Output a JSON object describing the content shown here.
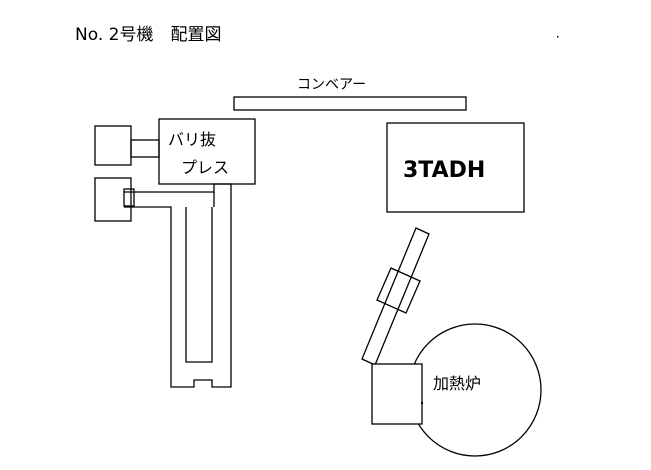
{
  "title": "No. 2号機　配置図",
  "labels": {
    "conveyor": "コンベアー",
    "press_line1": "バリ抜",
    "press_line2": "プレス",
    "machine": "3TADH",
    "furnace": "加熱炉"
  },
  "colors": {
    "stroke": "#000000",
    "background": "#ffffff"
  }
}
